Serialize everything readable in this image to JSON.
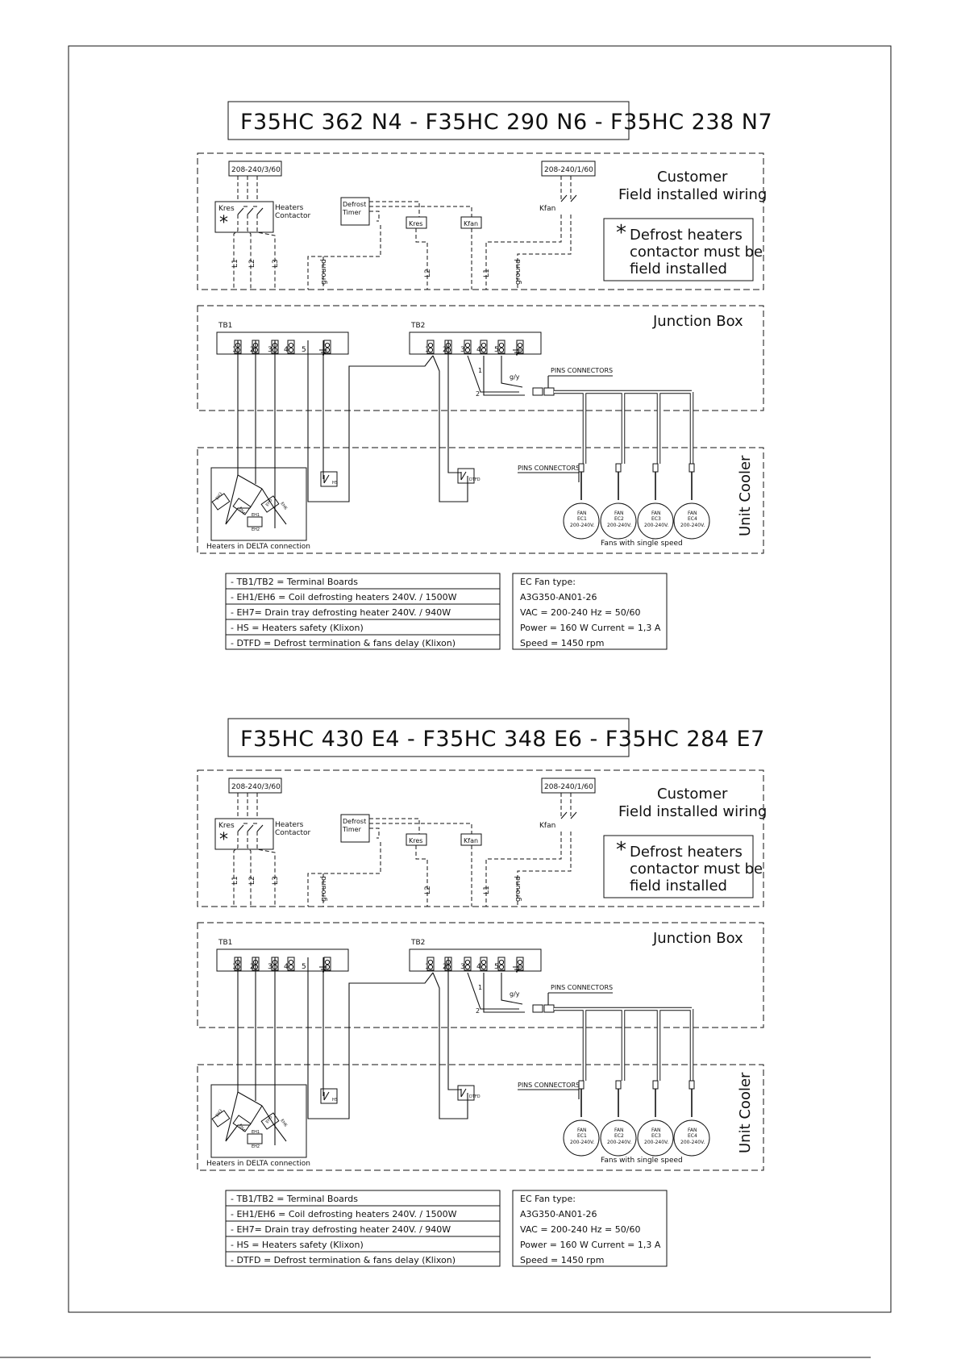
{
  "diagrams": [
    {
      "title": "F35HC 362 N4 - F35HC 290 N6 - F35HC 238 N7",
      "supply_3ph": "208-240/3/60",
      "supply_1ph": "208-240/1/60",
      "kres_label": "Kres",
      "heaters_contactor": [
        "Heaters",
        "Contactor"
      ],
      "defrost_timer": [
        "Defrost",
        "Timer"
      ],
      "kres_relay": "Kres",
      "kfan_relay": "Kfan",
      "kfan_label": "Kfan",
      "customer_zone": [
        "Customer",
        "Field installed wiring"
      ],
      "note": [
        "Defrost heaters",
        "contactor must be",
        "field installed"
      ],
      "asterisk": "*",
      "wire_l1": "L1",
      "wire_l2": "L2",
      "wire_l3": "L3",
      "wire_ground": "ground",
      "junction_zone": "Junction Box",
      "tb1": "TB1",
      "tb2": "TB2",
      "terminals": [
        "1",
        "2",
        "3",
        "4",
        "5"
      ],
      "wire_1": "1",
      "wire_2": "2",
      "gy": "g/y",
      "pins_connectors": "PINS CONNECTORS",
      "hs": "HS",
      "dtfd": "DTFD",
      "heaters": [
        "EH1",
        "EH2",
        "EH3",
        "EH4",
        "EH5",
        "EH6"
      ],
      "delta_label": "Heaters in DELTA connection",
      "fans": [
        {
          "name": "FAN",
          "id": "EC1",
          "volt": "200-240V."
        },
        {
          "name": "FAN",
          "id": "EC2",
          "volt": "200-240V."
        },
        {
          "name": "FAN",
          "id": "EC3",
          "volt": "200-240V."
        },
        {
          "name": "FAN",
          "id": "EC4",
          "volt": "200-240V."
        }
      ],
      "fans_label": "Fans with single speed",
      "unit_zone": "Unit Cooler",
      "legend": [
        "- TB1/TB2 = Terminal Boards",
        "- EH1/EH6 = Coil defrosting heaters 240V. / 1500W",
        "- EH7= Drain tray defrosting heater 240V. / 940W",
        "- HS = Heaters safety (Klixon)",
        "- DTFD = Defrost termination & fans delay (Klixon)"
      ],
      "fan_spec": [
        "EC Fan type:",
        "A3G350-AN01-26",
        "VAC = 200-240    Hz = 50/60",
        "Power = 160 W     Current = 1,3 A",
        "Speed = 1450 rpm"
      ]
    },
    {
      "title": "F35HC 430 E4 - F35HC 348 E6 - F35HC 284 E7",
      "supply_3ph": "208-240/3/60",
      "supply_1ph": "208-240/1/60",
      "kres_label": "Kres",
      "heaters_contactor": [
        "Heaters",
        "Contactor"
      ],
      "defrost_timer": [
        "Defrost",
        "Timer"
      ],
      "kres_relay": "Kres",
      "kfan_relay": "Kfan",
      "kfan_label": "Kfan",
      "customer_zone": [
        "Customer",
        "Field installed wiring"
      ],
      "note": [
        "Defrost heaters",
        "contactor must be",
        "field installed"
      ],
      "asterisk": "*",
      "wire_l1": "L1",
      "wire_l2": "L2",
      "wire_l3": "L3",
      "wire_ground": "ground",
      "junction_zone": "Junction Box",
      "tb1": "TB1",
      "tb2": "TB2",
      "terminals": [
        "1",
        "2",
        "3",
        "4",
        "5"
      ],
      "wire_1": "1",
      "wire_2": "2",
      "gy": "g/y",
      "pins_connectors": "PINS CONNECTORS",
      "hs": "HS",
      "dtfd": "DTFD",
      "heaters": [
        "EH1",
        "EH2",
        "EH3",
        "EH4",
        "EH5",
        "EH6"
      ],
      "delta_label": "Heaters in DELTA connection",
      "fans": [
        {
          "name": "FAN",
          "id": "EC1",
          "volt": "200-240V."
        },
        {
          "name": "FAN",
          "id": "EC2",
          "volt": "200-240V."
        },
        {
          "name": "FAN",
          "id": "EC3",
          "volt": "200-240V."
        },
        {
          "name": "FAN",
          "id": "EC4",
          "volt": "200-240V."
        }
      ],
      "fans_label": "Fans with single speed",
      "unit_zone": "Unit Cooler",
      "legend": [
        "- TB1/TB2 = Terminal Boards",
        "- EH1/EH6 = Coil defrosting heaters 240V. / 1500W",
        "- EH7= Drain tray defrosting heater 240V. / 940W",
        "- HS = Heaters safety (Klixon)",
        "- DTFD = Defrost termination & fans delay (Klixon)"
      ],
      "fan_spec": [
        "EC Fan type:",
        "A3G350-AN01-26",
        "VAC = 200-240    Hz = 50/60",
        "Power = 160 W     Current = 1,3 A",
        "Speed = 1450 rpm"
      ]
    }
  ]
}
